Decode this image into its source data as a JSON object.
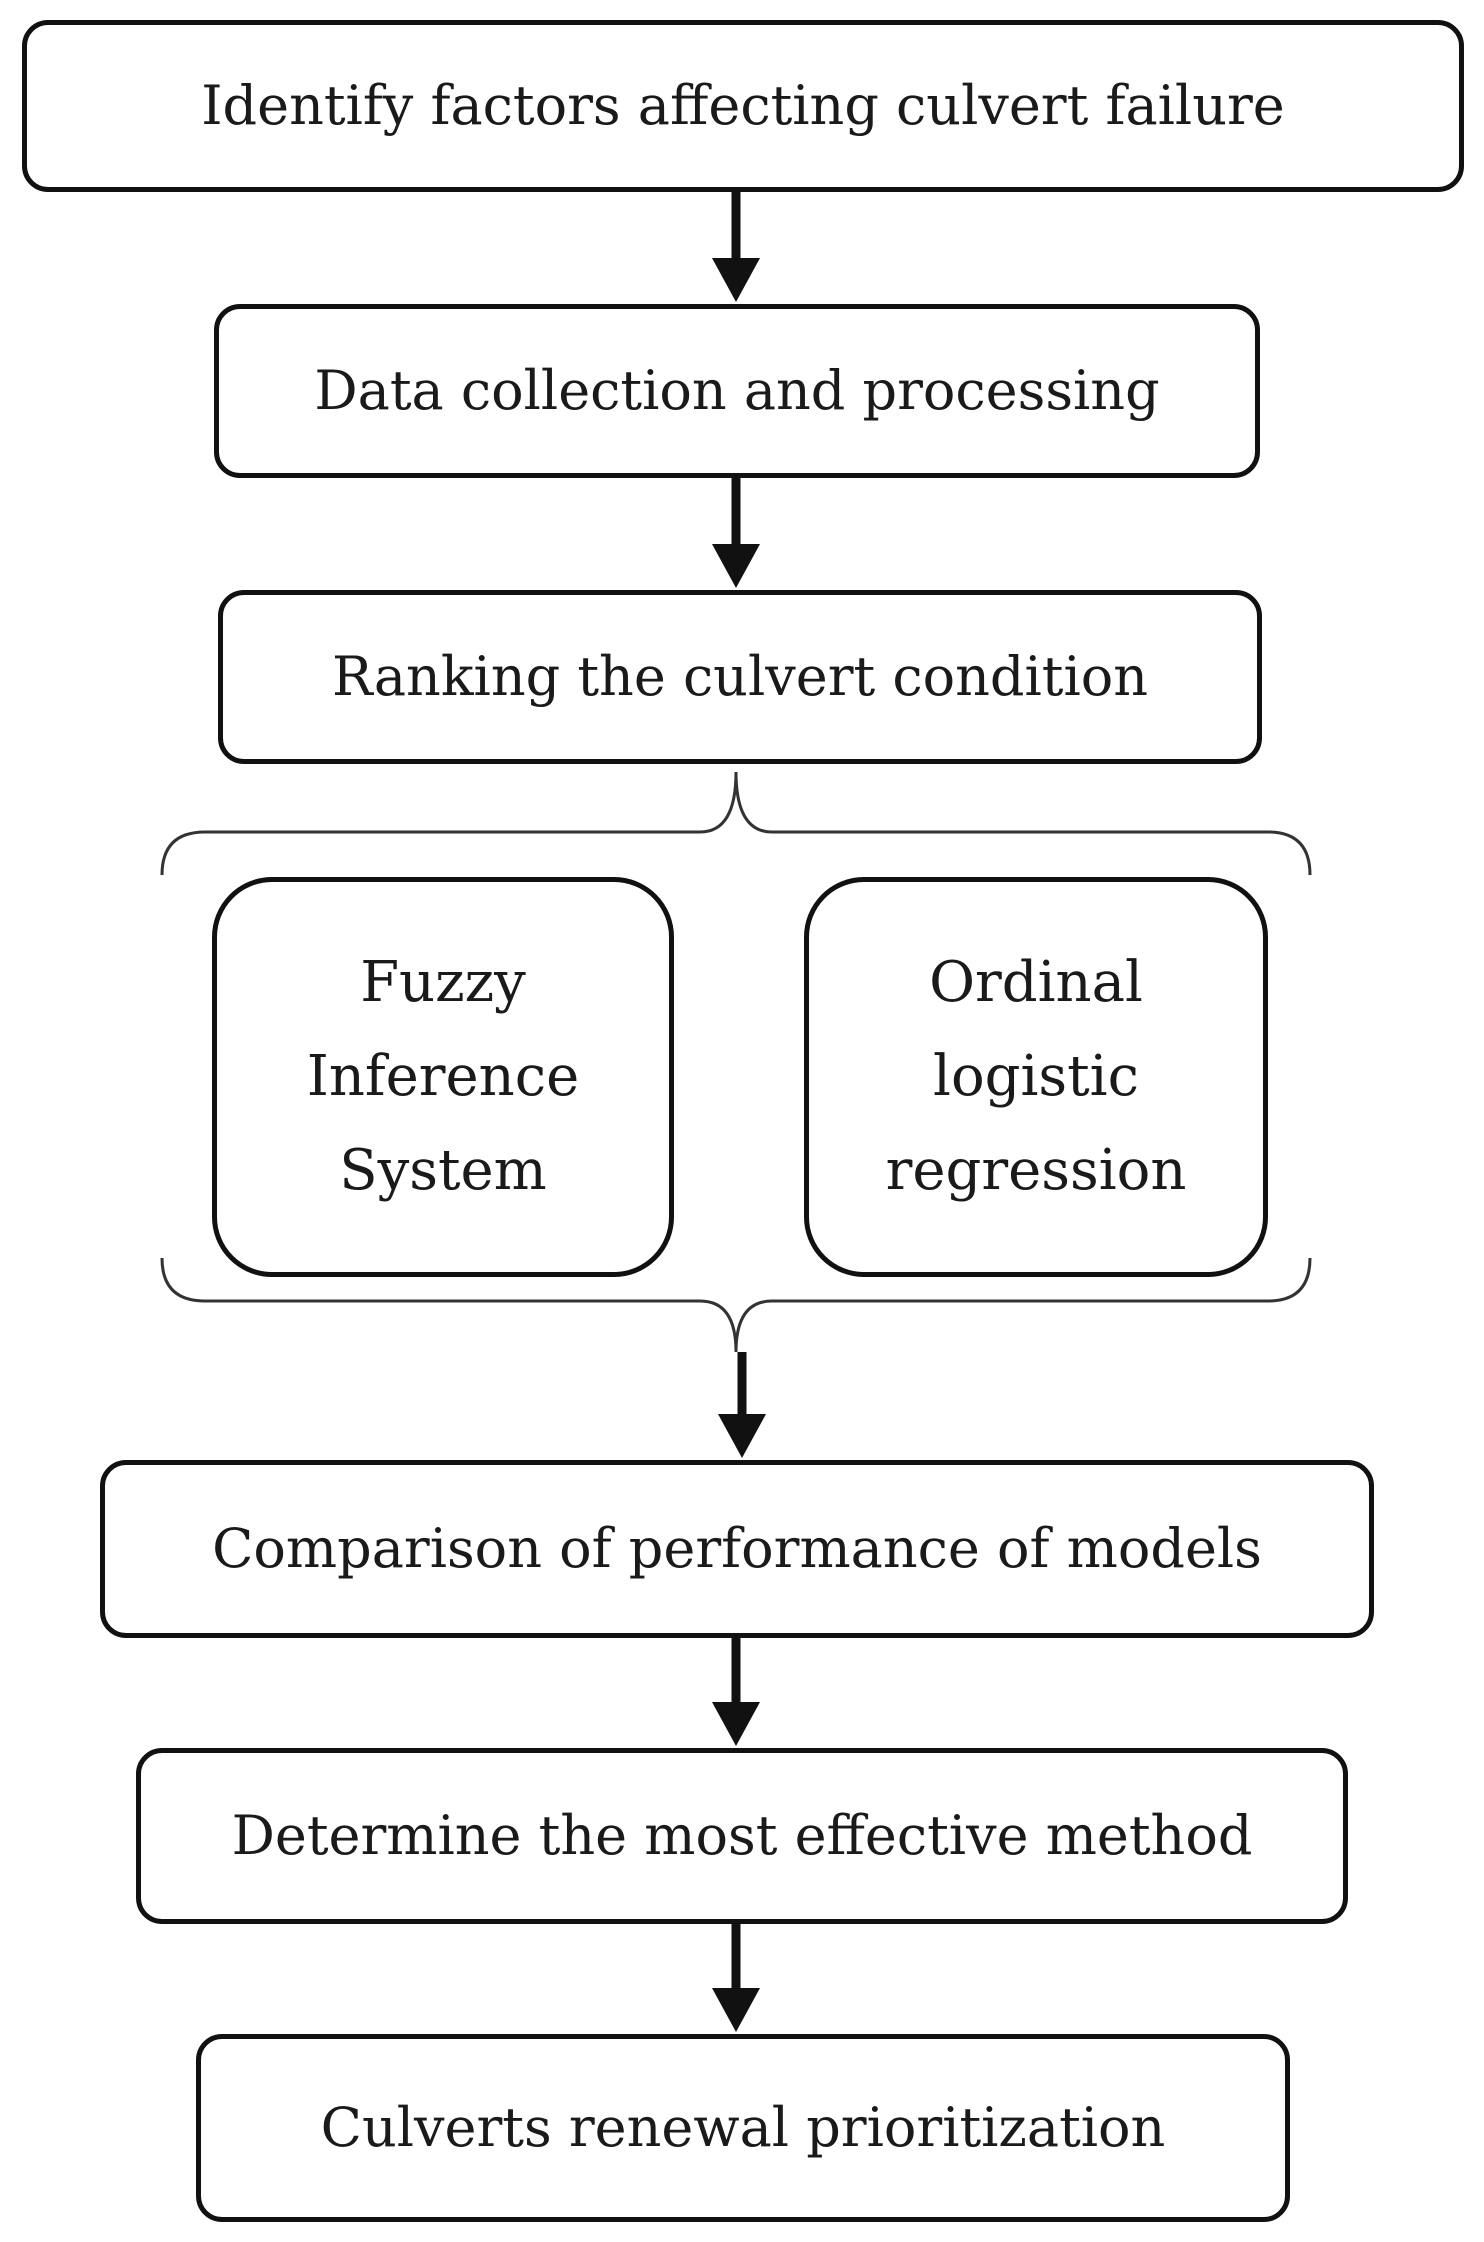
{
  "steps": {
    "identify": "Identify factors affecting culvert failure",
    "data": "Data collection and processing",
    "ranking": "Ranking the culvert condition",
    "comparison": "Comparison of performance of models",
    "determine": "Determine the most effective method",
    "renewal": "Culverts renewal prioritization"
  },
  "models": {
    "fuzzy": [
      "Fuzzy",
      "Inference",
      "System"
    ],
    "ordinal": [
      "Ordinal",
      "logistic",
      "regression"
    ]
  }
}
